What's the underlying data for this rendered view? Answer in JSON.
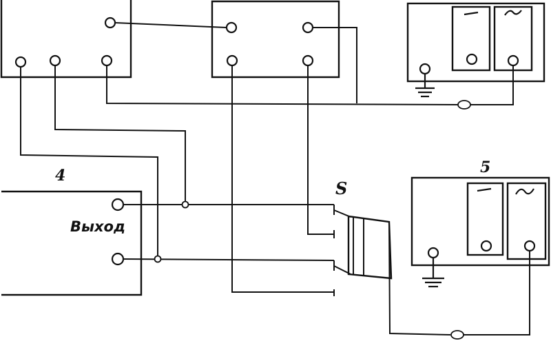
{
  "labels": {
    "generator": "4",
    "generator_output": "Выход",
    "switch": "S",
    "meter_2": "5"
  },
  "meter_1": {
    "dc_symbol": "–",
    "ac_symbol": "~"
  },
  "meter_2_symbols": {
    "dc_symbol": "–",
    "ac_symbol": "~"
  }
}
